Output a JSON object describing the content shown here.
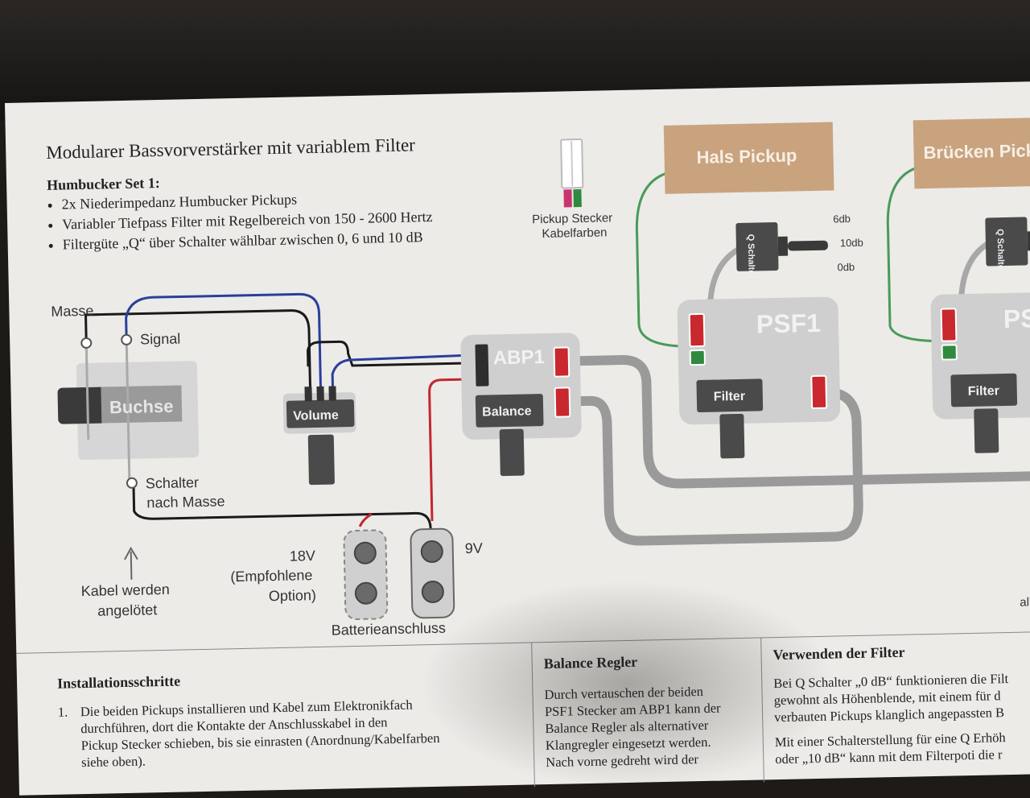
{
  "header": {
    "title": "Modularer Bassvorverstärker mit variablem Filter",
    "set_title": "Humbucker Set 1:",
    "bullets": [
      "2x Niederimpedanz Humbucker Pickups",
      "Variabler Tiefpass Filter mit Regelbereich von 150 - 2600 Hertz",
      "Filtergüte „Q“ über Schalter wählbar zwischen 0, 6 und 10 dB"
    ]
  },
  "diagram": {
    "masse": "Masse",
    "signal": "Signal",
    "buchse": "Buchse",
    "schalter_line1": "Schalter",
    "schalter_line2": "nach Masse",
    "kabel_line1": "Kabel werden",
    "kabel_line2": "angelötet",
    "volume": "Volume",
    "balance": "Balance",
    "abp1": "ABP1",
    "psf1": "PSF1",
    "psf_partial": "PS",
    "filter": "Filter",
    "q_schalter": "Q Schalter",
    "db_6": "6db",
    "db_10": "10db",
    "db_0": "0db",
    "hals_pickup": "Hals Pickup",
    "bruecken_pickup": "Brücken Pick",
    "pickup_stecker_line1": "Pickup Stecker",
    "pickup_stecker_line2": "Kabelfarben",
    "v18": "18V",
    "empfohlene_line1": "(Empfohlene",
    "empfohlene_line2": "Option)",
    "v9": "9V",
    "batterieanschluss": "Batterieanschluss",
    "edge_text": "alh",
    "colors": {
      "wire_black": "#1a1a1a",
      "wire_blue": "#2a3f9a",
      "wire_red": "#c4262e",
      "wire_green": "#4a9a5a",
      "wire_gray": "#9a9a9a",
      "module_gray": "#cfcfcf",
      "pickup_tan": "#c9a37e",
      "plug_red": "#c8282e",
      "plug_green": "#2f8a3f"
    }
  },
  "sections": {
    "install": {
      "title": "Installationsschritte",
      "step_number": "1.",
      "lines": [
        "Die beiden Pickups installieren und Kabel zum Elektronikfach",
        "durchführen, dort die Kontakte der Anschlusskabel in den",
        "Pickup Stecker schieben, bis sie einrasten (Anordnung/Kabelfarben",
        "siehe oben)."
      ]
    },
    "balance": {
      "title": "Balance Regler",
      "lines": [
        "Durch vertauschen der beiden",
        "PSF1 Stecker am ABP1 kann der",
        "Balance Regler als alternativer",
        "Klangregler eingesetzt werden.",
        "Nach vorne gedreht wird der"
      ]
    },
    "filter": {
      "title": "Verwenden der Filter",
      "lines": [
        "Bei Q Schalter „0 dB“ funktionieren die Filt",
        "gewohnt als Höhenblende, mit einem für d",
        "verbauten Pickups klanglich angepassten B",
        "Mit einer Schalterstellung für eine Q Erhöh",
        "oder „10 dB“ kann mit dem Filterpoti die r"
      ]
    }
  }
}
